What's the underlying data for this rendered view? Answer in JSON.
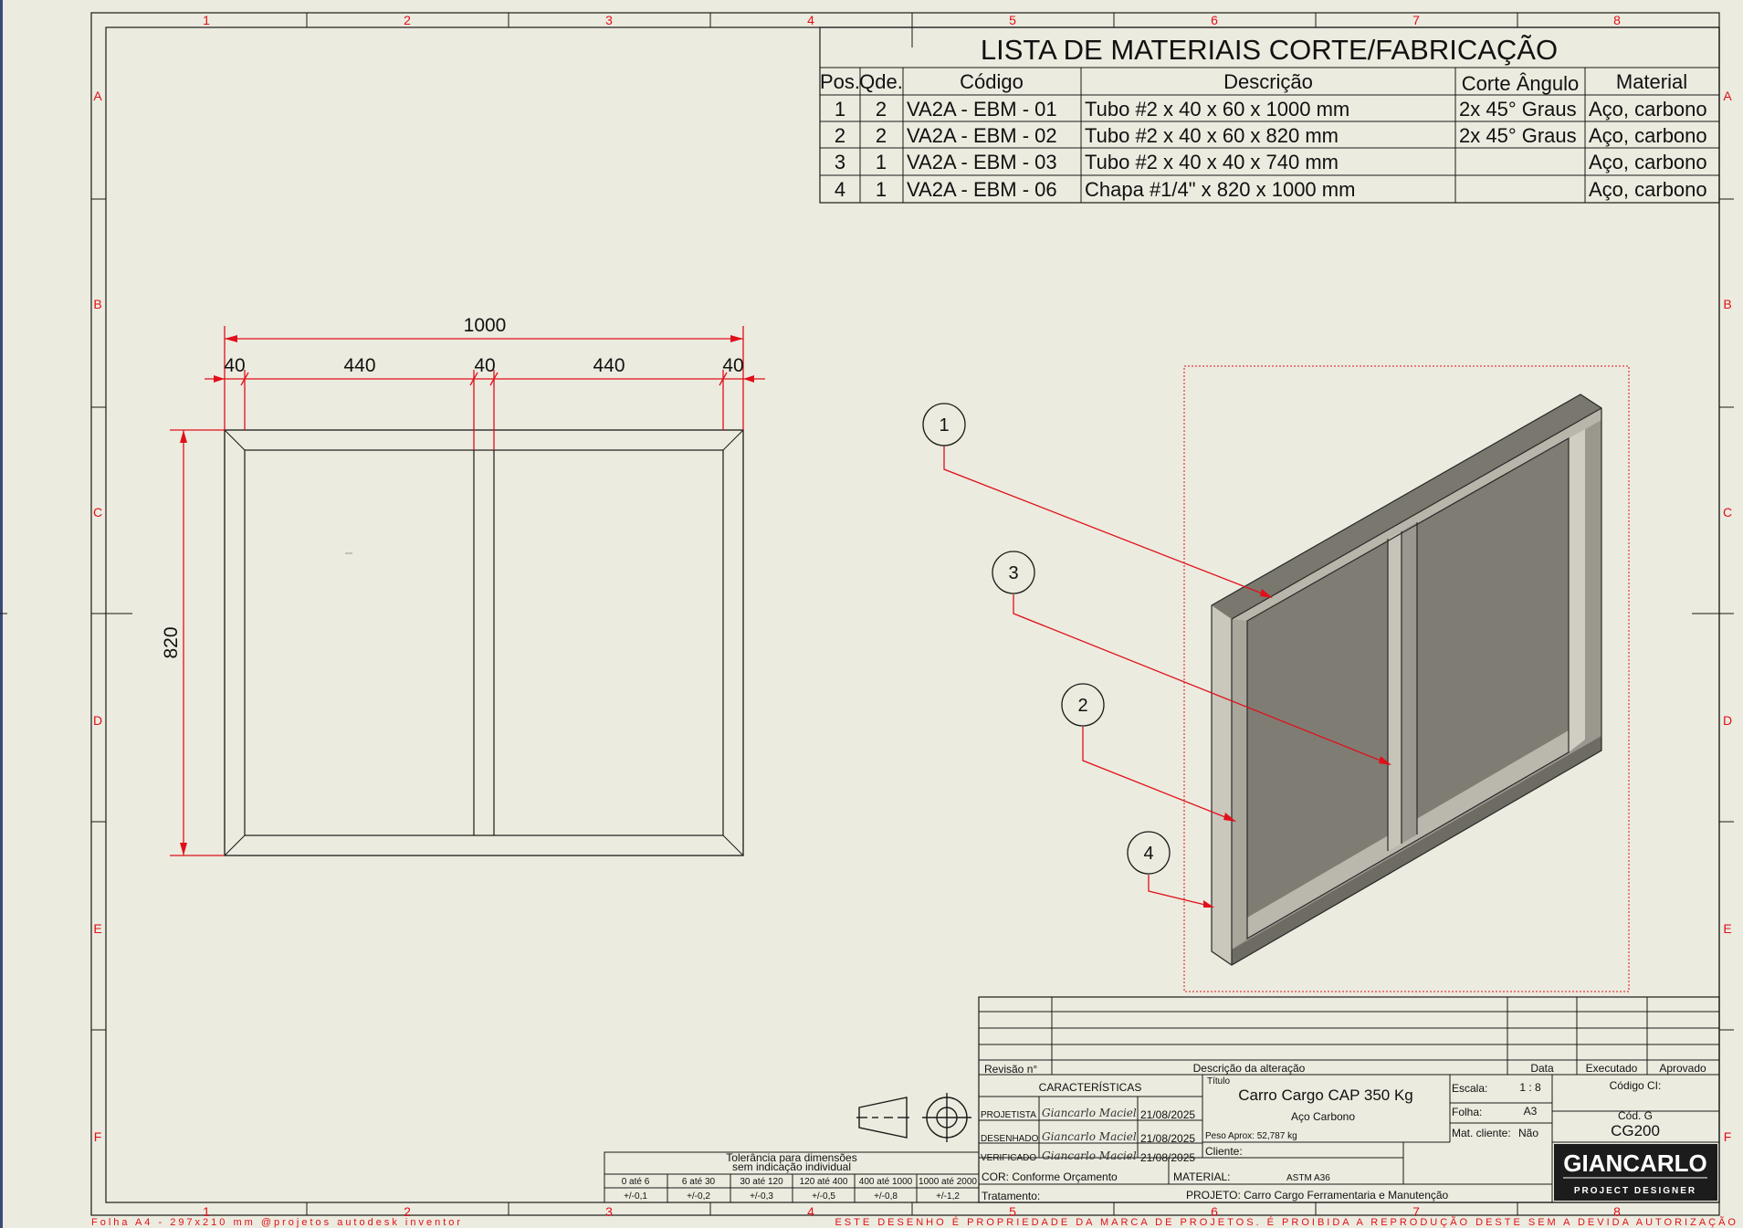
{
  "sheet": {
    "columns": [
      "1",
      "2",
      "3",
      "4",
      "5",
      "6",
      "7",
      "8"
    ],
    "rows": [
      "A",
      "B",
      "C",
      "D",
      "E",
      "F"
    ],
    "footer_left": "Folha A4 - 297x210 mm  @projetos autodesk inventor",
    "footer_right": "ESTE DESENHO É PROPRIEDADE DA MARCA DE PROJETOS. É PROIBIDA A REPRODUÇÃO DESTE SEM A DEVIDA AUTORIZAÇÃO"
  },
  "bom": {
    "title": "LISTA DE MATERIAIS CORTE/FABRICAÇÃO",
    "headers": [
      "Pos.",
      "Qde.",
      "Código",
      "Descrição",
      "Corte Ângulo",
      "Material"
    ],
    "rows": [
      [
        "1",
        "2",
        "VA2A - EBM - 01",
        "Tubo #2 x 40 x 60 x 1000 mm",
        "2x 45° Graus",
        "Aço, carbono"
      ],
      [
        "2",
        "2",
        "VA2A - EBM - 02",
        "Tubo #2 x 40 x 60 x 820 mm",
        "2x 45° Graus",
        "Aço, carbono"
      ],
      [
        "3",
        "1",
        "VA2A - EBM - 03",
        "Tubo #2 x 40 x 40 x 740 mm",
        "",
        "Aço, carbono"
      ],
      [
        "4",
        "1",
        "VA2A - EBM - 06",
        "Chapa #1/4\" x 820 x 1000 mm",
        "",
        "Aço, carbono"
      ]
    ]
  },
  "dimensions": {
    "overall_width": "1000",
    "segments": [
      "40",
      "440",
      "40",
      "440",
      "40"
    ],
    "height": "820"
  },
  "balloons": [
    "1",
    "3",
    "2",
    "4"
  ],
  "title_block": {
    "revision_headers": [
      "Revisão n°",
      "Descrição da alteração",
      "Data",
      "Executado",
      "Aprovado"
    ],
    "caracteristicas": "CARACTERÍSTICAS",
    "people": [
      {
        "role": "PROJETISTA",
        "name": "Giancarlo Maciel",
        "date": "21/08/2025"
      },
      {
        "role": "DESENHADO",
        "name": "Giancarlo Maciel",
        "date": "21/08/2025"
      },
      {
        "role": "VERIFICADO",
        "name": "Giancarlo Maciel",
        "date": "21/08/2025"
      }
    ],
    "title_label": "Título",
    "title": "Carro Cargo CAP 350 Kg",
    "subtitle": "Aço Carbono",
    "weight": "Peso Aprox: 52,787 kg",
    "scale_label": "Escala:",
    "scale": "1 : 8",
    "sheet_label": "Folha:",
    "sheet": "A3",
    "client_mat_label": "Mat. cliente:",
    "client_mat": "Não",
    "code_ci": "Código CI:",
    "code_g_label": "Cód. G",
    "code_g": "CG200",
    "cliente": "Cliente:",
    "cor": "COR:  Conforme Orçamento",
    "material_label": "MATERIAL:",
    "material": "ASTM A36",
    "tratamento": "Tratamento:",
    "projeto": "PROJETO: Carro Cargo Ferramentaria e Manutenção",
    "logo_main": "GIANCARLO",
    "logo_sub": "PROJECT DESIGNER"
  },
  "tolerance": {
    "title1": "Tolerância para dimensões",
    "title2": "sem indicação individual",
    "ranges": [
      "0 até 6",
      "6 até 30",
      "30 até 120",
      "120 até 400",
      "400 até 1000",
      "1000 até 2000"
    ],
    "values": [
      "+/-0,1",
      "+/-0,2",
      "+/-0,3",
      "+/-0,5",
      "+/-0,8",
      "+/-1,2"
    ]
  }
}
